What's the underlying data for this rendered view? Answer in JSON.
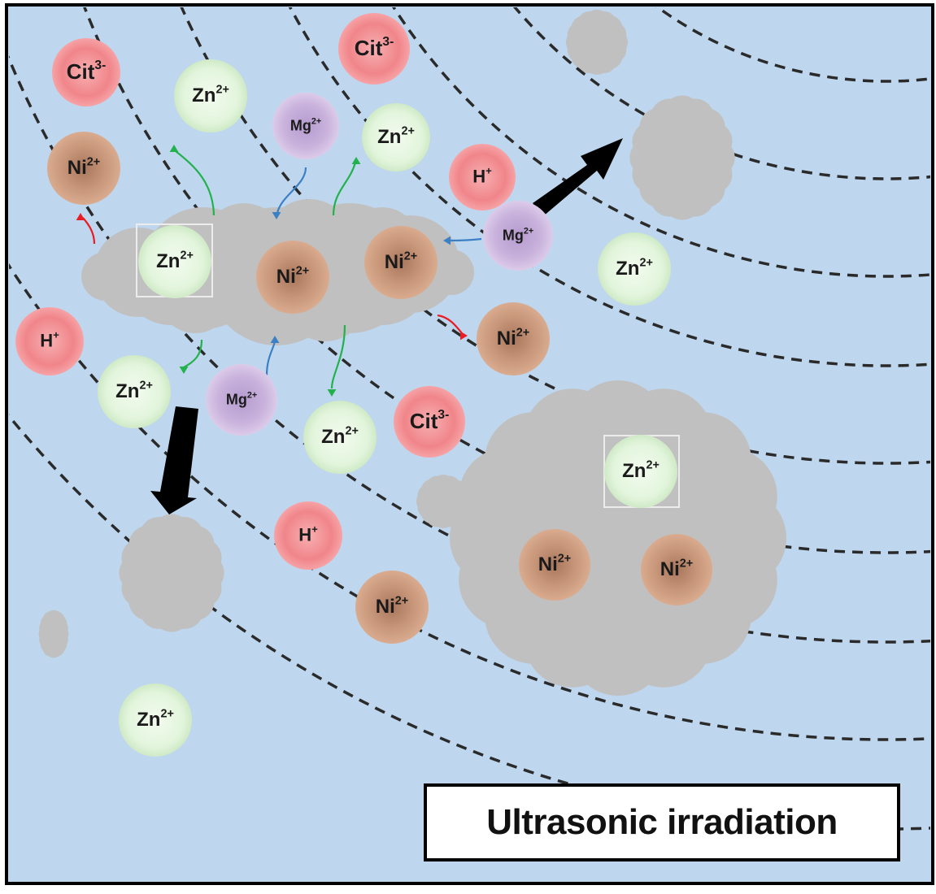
{
  "title": "Ultrasonic irradiation",
  "colors": {
    "background": "#bed7ee",
    "frame": "#000000",
    "precipitate": "#c0c0c0",
    "Zn": "#e2f5dc",
    "Ni": "#c9977a",
    "Mg": "#c9b2dc",
    "H": "#f0858a",
    "Cit": "#f0858a",
    "arrow_green": "#22b14c",
    "arrow_blue": "#3b7fc4",
    "arrow_red": "#e81c24",
    "arrow_black": "#000000"
  },
  "ions": [
    {
      "id": "cit-1",
      "kind": "Cit",
      "base": "Cit",
      "charge": "3-"
    },
    {
      "id": "cit-2",
      "kind": "Cit",
      "base": "Cit",
      "charge": "3-"
    },
    {
      "id": "cit-3",
      "kind": "Cit",
      "base": "Cit",
      "charge": "3-"
    },
    {
      "id": "zn-1",
      "kind": "Zn",
      "base": "Zn",
      "charge": "2+"
    },
    {
      "id": "zn-2",
      "kind": "Zn",
      "base": "Zn",
      "charge": "2+"
    },
    {
      "id": "zn-3",
      "kind": "Zn",
      "base": "Zn",
      "charge": "2+"
    },
    {
      "id": "zn-4",
      "kind": "Zn",
      "base": "Zn",
      "charge": "2+"
    },
    {
      "id": "zn-5",
      "kind": "Zn",
      "base": "Zn",
      "charge": "2+"
    },
    {
      "id": "zn-6",
      "kind": "Zn",
      "base": "Zn",
      "charge": "2+"
    },
    {
      "id": "zn-7",
      "kind": "Zn",
      "base": "Zn",
      "charge": "2+"
    },
    {
      "id": "zn-8",
      "kind": "Zn",
      "base": "Zn",
      "charge": "2+"
    },
    {
      "id": "mg-1",
      "kind": "Mg",
      "base": "Mg",
      "charge": "2+"
    },
    {
      "id": "mg-2",
      "kind": "Mg",
      "base": "Mg",
      "charge": "2+"
    },
    {
      "id": "mg-3",
      "kind": "Mg",
      "base": "Mg",
      "charge": "2+"
    },
    {
      "id": "ni-1",
      "kind": "Ni",
      "base": "Ni",
      "charge": "2+"
    },
    {
      "id": "ni-2",
      "kind": "Ni",
      "base": "Ni",
      "charge": "2+"
    },
    {
      "id": "ni-3",
      "kind": "Ni",
      "base": "Ni",
      "charge": "2+"
    },
    {
      "id": "ni-4",
      "kind": "Ni",
      "base": "Ni",
      "charge": "2+"
    },
    {
      "id": "ni-5",
      "kind": "Ni",
      "base": "Ni",
      "charge": "2+"
    },
    {
      "id": "ni-6",
      "kind": "Ni",
      "base": "Ni",
      "charge": "2+"
    },
    {
      "id": "ni-7",
      "kind": "Ni",
      "base": "Ni",
      "charge": "2+"
    },
    {
      "id": "h-1",
      "kind": "H",
      "base": "H",
      "charge": "+"
    },
    {
      "id": "h-2",
      "kind": "H",
      "base": "H",
      "charge": "+"
    },
    {
      "id": "h-3",
      "kind": "H",
      "base": "H",
      "charge": "+"
    }
  ]
}
